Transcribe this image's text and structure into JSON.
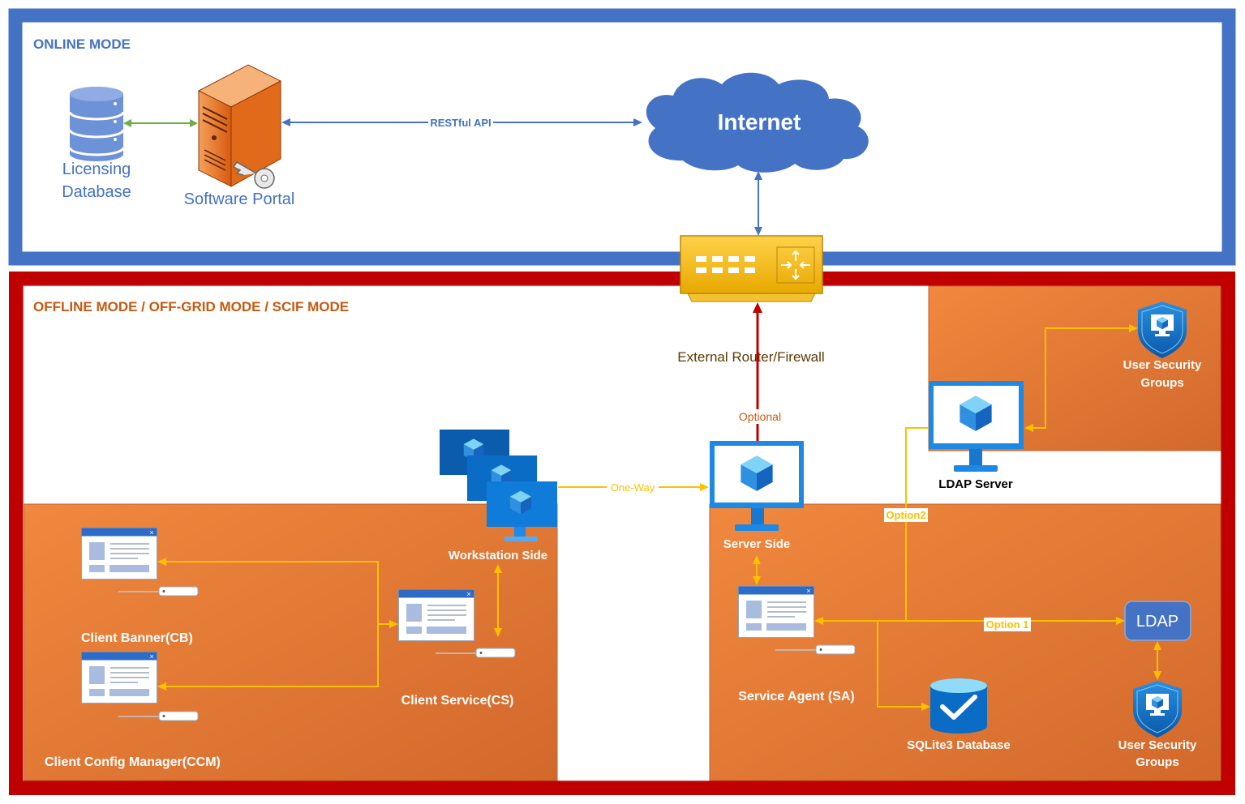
{
  "online": {
    "title": "ONLINE MODE",
    "licensing_db": [
      "Licensing",
      "Database"
    ],
    "software_portal": "Software Portal",
    "api_label": "RESTful API",
    "internet": "Internet"
  },
  "offline": {
    "title": "OFFLINE MODE / OFF-GRID MODE / SCIF MODE",
    "router_label": "External Router/Firewall",
    "optional_label": "Optional",
    "one_way_label": "One-Way",
    "workstation_side": "Workstation Side",
    "server_side": "Server Side",
    "ldap_server": "LDAP Server",
    "user_security_groups": [
      "User Security",
      "Groups"
    ],
    "client_banner": "Client Banner(CB)",
    "client_service": "Client Service(CS)",
    "client_config_manager": "Client Config Manager(CCM)",
    "service_agent": "Service Agent (SA)",
    "sqlite_db": "SQLite3 Database",
    "option1": "Option 1",
    "option2": "Option2",
    "ldap": "LDAP"
  },
  "colors": {
    "online_border": "#4472C4",
    "offline_border": "#C00000",
    "orange_panel": "#E07A3A",
    "connector_yellow": "#FFC000",
    "azure_blue": "#0078D4",
    "label_blue": "#4472C4",
    "label_brown": "#C55A11"
  }
}
